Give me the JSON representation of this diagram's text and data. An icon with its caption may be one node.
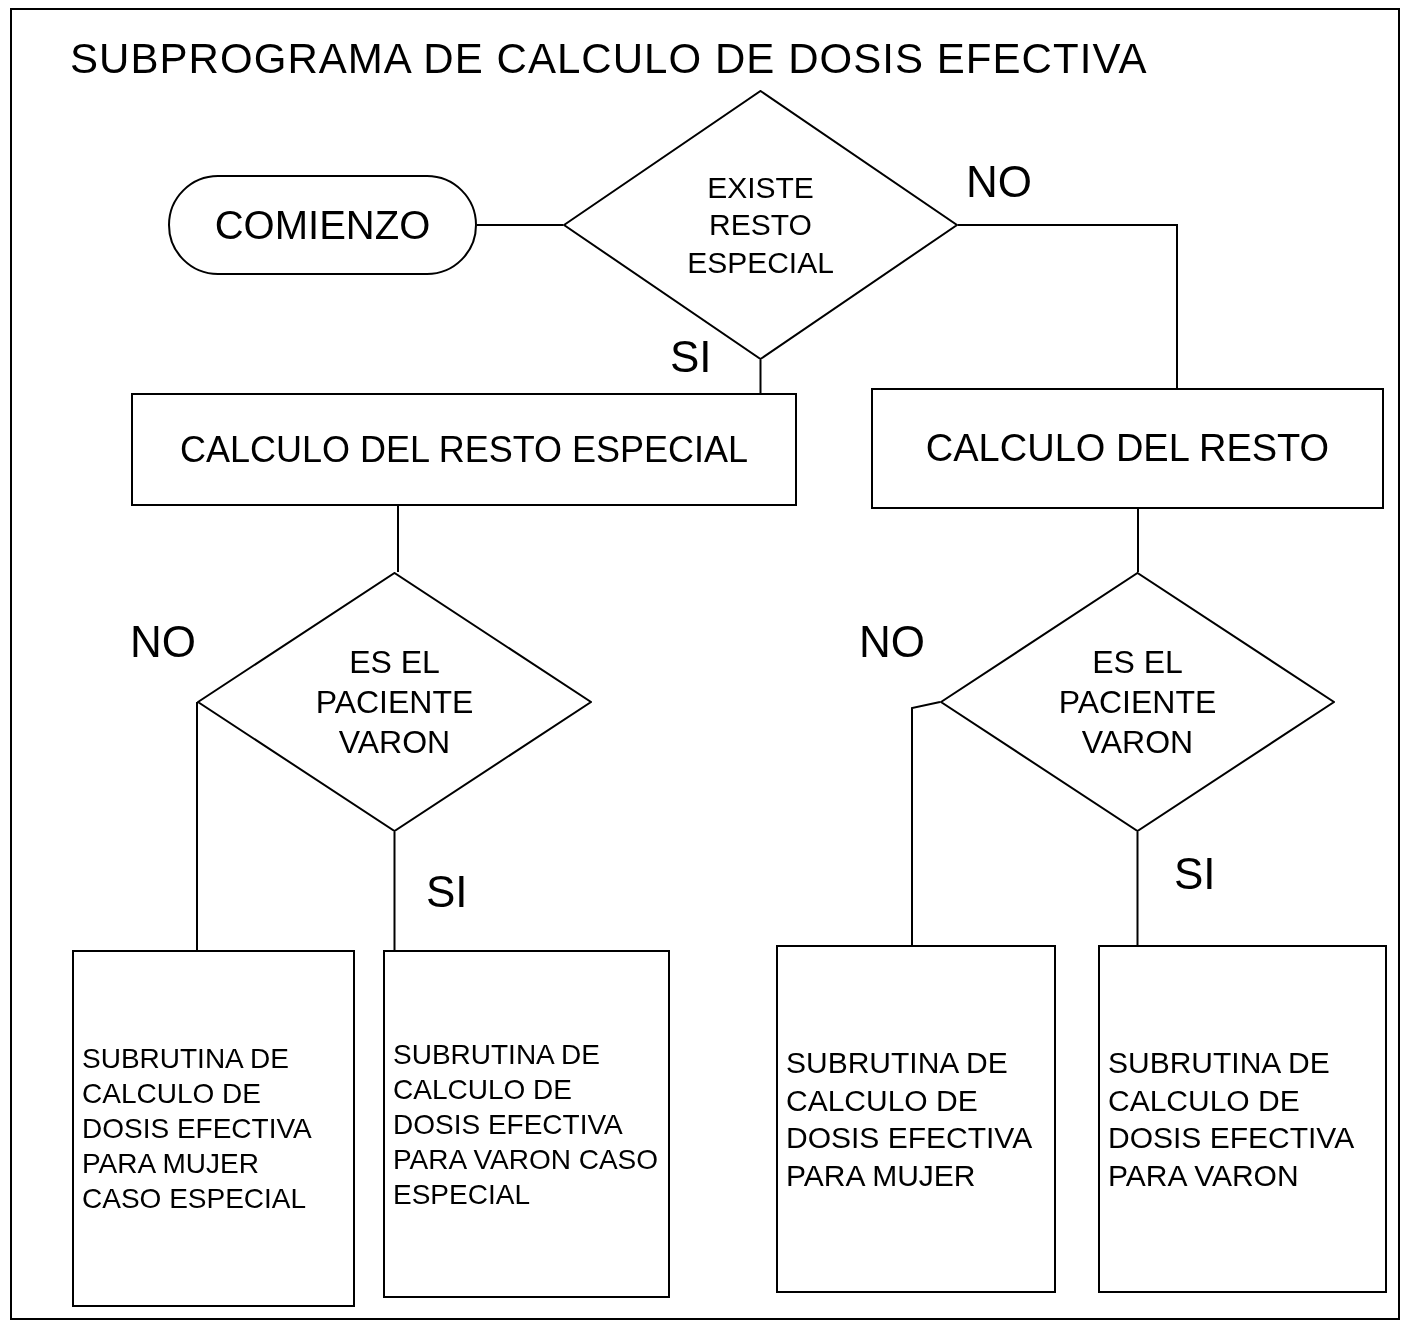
{
  "diagram": {
    "title": "SUBPROGRAMA DE CALCULO DE DOSIS EFECTIVA",
    "nodes": [
      {
        "text": [
          "COMIENZO"
        ]
      },
      {
        "text": [
          "EXISTE RESTO ESPECIAL"
        ]
      },
      {
        "text": [
          "CALCULO DEL RESTO ESPECIAL"
        ]
      },
      {
        "text": [
          "CALCULO DEL RESTO"
        ]
      },
      {
        "text": [
          "ES EL PACIENTE VARON"
        ]
      },
      {
        "text": [
          "ES EL PACIENTE VARON"
        ]
      },
      {
        "text": [
          "SUBRUTINA DE CALCULO DE DOSIS EFECTIVA PARA MUJER CASO ESPECIAL"
        ]
      },
      {
        "text": [
          "SUBRUTINA DE CALCULO DE DOSIS EFECTIVA PARA VARON CASO ESPECIAL"
        ]
      },
      {
        "text": [
          "SUBRUTINA DE CALCULO DE DOSIS EFECTIVA PARA MUJER"
        ]
      },
      {
        "text": [
          "SUBRUTINA DE CALCULO DE DOSIS EFECTIVA PARA VARON"
        ]
      }
    ],
    "edges": [
      {
        "from": 0,
        "to": 1,
        "arrow": "none"
      },
      {
        "from": 1,
        "to": 2,
        "arrow": "none",
        "label": "SI"
      },
      {
        "from": 1,
        "to": 3,
        "arrow": "none",
        "label": "NO"
      },
      {
        "from": 2,
        "to": 4,
        "arrow": "none"
      },
      {
        "from": 3,
        "to": 5,
        "arrow": "none"
      },
      {
        "from": 4,
        "to": 6,
        "arrow": "none",
        "label": "NO"
      },
      {
        "from": 4,
        "to": 7,
        "arrow": "none",
        "label": "SI"
      },
      {
        "from": 5,
        "to": 8,
        "arrow": "none",
        "label": "NO"
      },
      {
        "from": 5,
        "to": 9,
        "arrow": "none",
        "label": "SI"
      }
    ]
  }
}
